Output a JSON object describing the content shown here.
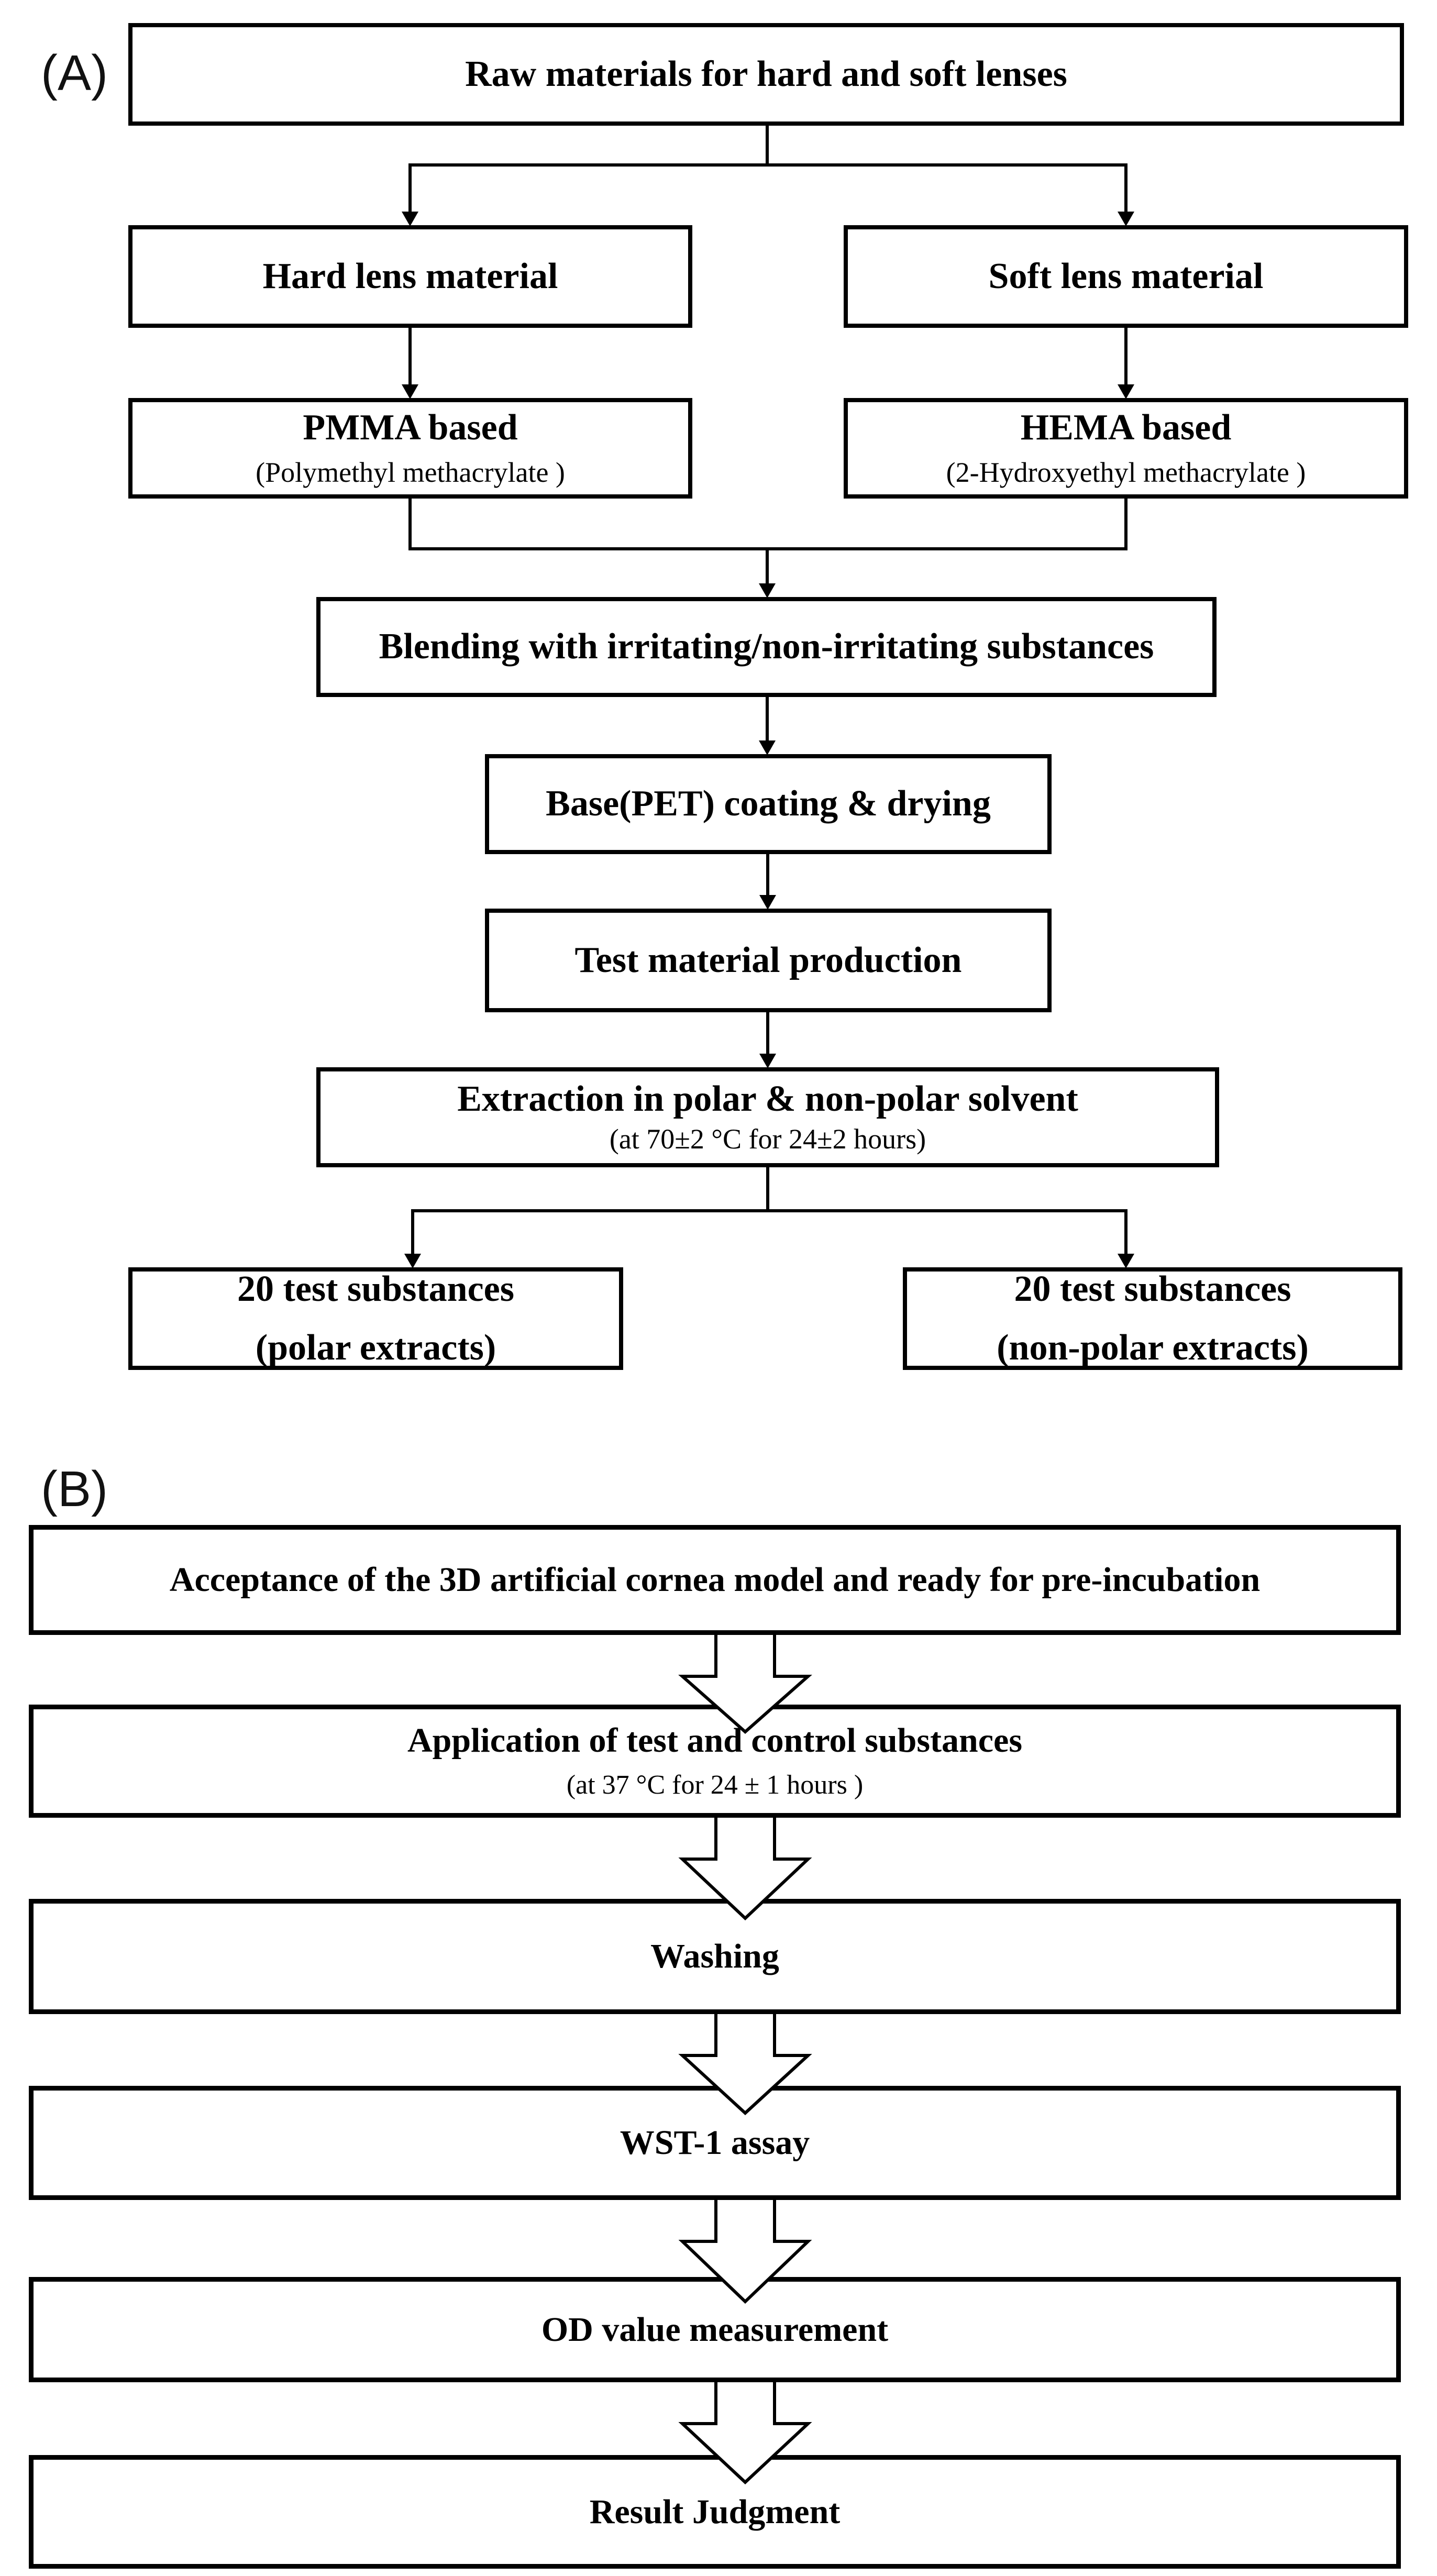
{
  "colors": {
    "background": "#ffffff",
    "line": "#000000",
    "text": "#000000"
  },
  "panel_a": {
    "label": "(A)",
    "boxes": {
      "raw": {
        "title": "Raw materials for hard and soft lenses"
      },
      "hard": {
        "title": "Hard lens material"
      },
      "soft": {
        "title": "Soft lens material"
      },
      "pmma": {
        "title": "PMMA based",
        "subtitle": "(Polymethyl methacrylate )"
      },
      "hema": {
        "title": "HEMA based",
        "subtitle": "(2-Hydroxyethyl methacrylate )"
      },
      "blending": {
        "title": "Blending with irritating/non-irritating substances"
      },
      "coating": {
        "title": "Base(PET) coating & drying"
      },
      "production": {
        "title": "Test material production"
      },
      "extraction": {
        "title": "Extraction in polar & non-polar solvent",
        "subtitle": "(at 70±2 °C for 24±2 hours)"
      },
      "polar": {
        "title": "20 test substances",
        "subtitle": "(polar extracts)"
      },
      "nonpolar": {
        "title": "20 test substances",
        "subtitle": "(non-polar extracts)"
      }
    }
  },
  "panel_b": {
    "label": "(B)",
    "steps": [
      {
        "title": "Acceptance of the 3D artificial cornea model and ready for pre-incubation"
      },
      {
        "title": "Application of test and control substances",
        "subtitle": "(at 37 °C for 24 ± 1 hours )"
      },
      {
        "title": "Washing"
      },
      {
        "title": "WST-1 assay"
      },
      {
        "title": "OD value measurement"
      },
      {
        "title": "Result Judgment"
      }
    ]
  }
}
